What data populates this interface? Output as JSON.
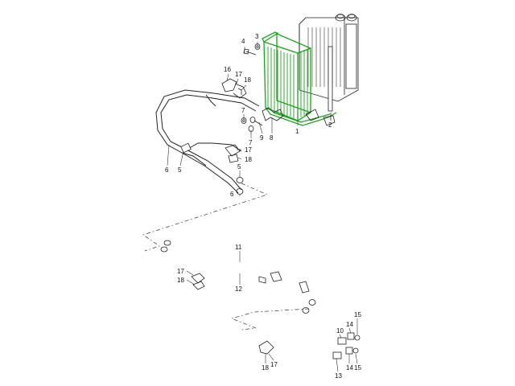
{
  "highlight_color": "#19a319",
  "callouts": {
    "c4": "4",
    "c3": "3",
    "c16": "16",
    "c17a": "17",
    "c18a": "18",
    "c2": "2",
    "c7a": "7",
    "c9": "9",
    "c8": "8",
    "c1": "1",
    "c7b": "7",
    "c17b": "17",
    "c18b": "18",
    "c6a": "6",
    "c5a": "5",
    "c5b": "5",
    "c6b": "6",
    "c11": "11",
    "c17c": "17",
    "c18c": "18",
    "c12": "12",
    "c15": "15",
    "c14a": "14",
    "c10": "10",
    "c14b": "14",
    "c15b": "15",
    "c13": "13",
    "c18d": "18",
    "c17d": "17"
  }
}
